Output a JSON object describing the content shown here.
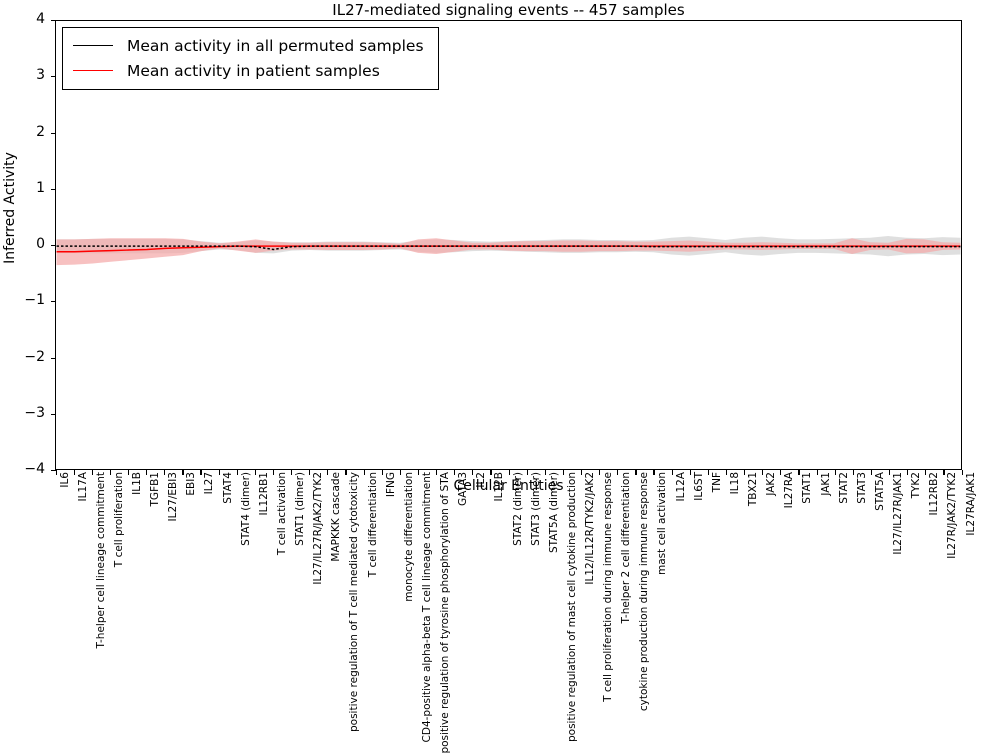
{
  "chart_data": {
    "type": "line",
    "title": "IL27-mediated signaling events -- 457 samples",
    "xlabel": "Cellular Entities",
    "ylabel": "Inferred Activity",
    "ylim": [
      -4,
      4
    ],
    "yticks": [
      "-4",
      "-3",
      "-2",
      "-1",
      "0",
      "1",
      "2",
      "3",
      "4"
    ],
    "grid": false,
    "legend_position": "upper left",
    "sample_count": "457",
    "categories": [
      "IL6",
      "IL17A",
      "T-helper cell lineage commitment",
      "T cell proliferation",
      "IL1B",
      "TGFB1",
      "IL27/EBI3",
      "EBI3",
      "IL27",
      "STAT4",
      "STAT4 (dimer)",
      "IL12RB1",
      "T cell activation",
      "STAT1 (dimer)",
      "IL27/IL27R/JAK2/TYK2",
      "MAPKKK cascade",
      "positive regulation of T cell mediated cytotoxicity",
      "T cell differentiation",
      "IFNG",
      "monocyte differentiation",
      "CD4-positive alpha-beta T cell lineage commitment",
      "positive regulation of tyrosine phosphorylation of STA",
      "GATA3",
      "IL2",
      "IL12B",
      "STAT2 (dimer)",
      "STAT3 (dimer)",
      "STAT5A (dimer)",
      "positive regulation of mast cell cytokine production",
      "IL12/IL12R/TYK2/JAK2",
      "T cell proliferation during immune response",
      "T-helper 2 cell differentiation",
      "cytokine production during immune response",
      "mast cell activation",
      "IL12A",
      "IL6ST",
      "TNF",
      "IL18",
      "TBX21",
      "JAK2",
      "IL27RA",
      "STAT1",
      "JAK1",
      "STAT2",
      "STAT3",
      "STAT5A",
      "IL27/IL27R/JAK1",
      "TYK2",
      "IL12RB2",
      "IL27R/JAK2/TYK2",
      "IL27RA/JAK1"
    ],
    "series": [
      {
        "name": "Mean activity in all permuted samples",
        "color": "#000000",
        "style": "dotted",
        "band_color": "#d9d9d9",
        "values": [
          -0.02,
          -0.02,
          -0.02,
          -0.02,
          -0.02,
          -0.02,
          -0.02,
          -0.02,
          -0.02,
          -0.02,
          -0.02,
          -0.03,
          -0.08,
          -0.03,
          -0.02,
          -0.02,
          -0.02,
          -0.02,
          -0.02,
          -0.02,
          -0.02,
          -0.02,
          -0.02,
          -0.02,
          -0.02,
          -0.02,
          -0.02,
          -0.02,
          -0.02,
          -0.02,
          -0.02,
          -0.02,
          -0.02,
          -0.03,
          -0.03,
          -0.03,
          -0.03,
          -0.03,
          -0.03,
          -0.03,
          -0.03,
          -0.03,
          -0.03,
          -0.03,
          -0.03,
          -0.03,
          -0.03,
          -0.03,
          -0.03,
          -0.03,
          -0.03
        ],
        "band_upper": [
          0.1,
          0.1,
          0.11,
          0.11,
          0.11,
          0.11,
          0.11,
          0.1,
          0.07,
          0.04,
          0.05,
          0.08,
          0.06,
          0.05,
          0.05,
          0.06,
          0.06,
          0.06,
          0.05,
          0.04,
          0.08,
          0.1,
          0.09,
          0.07,
          0.06,
          0.07,
          0.08,
          0.09,
          0.1,
          0.1,
          0.09,
          0.09,
          0.08,
          0.09,
          0.13,
          0.15,
          0.12,
          0.09,
          0.13,
          0.15,
          0.12,
          0.1,
          0.1,
          0.11,
          0.12,
          0.13,
          0.16,
          0.13,
          0.12,
          0.14,
          0.13
        ],
        "band_lower": [
          -0.14,
          -0.14,
          -0.15,
          -0.15,
          -0.15,
          -0.15,
          -0.15,
          -0.14,
          -0.11,
          -0.08,
          -0.09,
          -0.14,
          -0.15,
          -0.1,
          -0.09,
          -0.1,
          -0.1,
          -0.1,
          -0.09,
          -0.08,
          -0.12,
          -0.14,
          -0.13,
          -0.11,
          -0.1,
          -0.11,
          -0.12,
          -0.13,
          -0.14,
          -0.14,
          -0.13,
          -0.13,
          -0.12,
          -0.13,
          -0.17,
          -0.19,
          -0.16,
          -0.13,
          -0.17,
          -0.19,
          -0.16,
          -0.14,
          -0.14,
          -0.15,
          -0.16,
          -0.17,
          -0.2,
          -0.17,
          -0.16,
          -0.18,
          -0.17
        ]
      },
      {
        "name": "Mean activity in patient samples",
        "color": "#ff0000",
        "style": "solid",
        "band_color": "#f4a9a9",
        "values": [
          -0.12,
          -0.12,
          -0.11,
          -0.1,
          -0.09,
          -0.08,
          -0.06,
          -0.05,
          -0.04,
          -0.03,
          -0.02,
          -0.02,
          -0.02,
          -0.02,
          -0.02,
          -0.02,
          -0.02,
          -0.02,
          -0.02,
          -0.02,
          -0.02,
          -0.02,
          -0.02,
          -0.02,
          -0.02,
          -0.02,
          -0.02,
          -0.02,
          -0.02,
          -0.02,
          -0.02,
          -0.02,
          -0.02,
          -0.02,
          -0.02,
          -0.02,
          -0.02,
          -0.02,
          -0.02,
          -0.02,
          -0.02,
          -0.02,
          -0.02,
          -0.02,
          -0.02,
          -0.02,
          -0.02,
          -0.02,
          -0.02,
          -0.02,
          -0.02
        ],
        "band_upper": [
          0.1,
          0.1,
          0.11,
          0.12,
          0.12,
          0.12,
          0.12,
          0.11,
          0.06,
          0.03,
          0.06,
          0.1,
          0.06,
          0.04,
          0.04,
          0.05,
          0.05,
          0.05,
          0.04,
          0.02,
          0.1,
          0.12,
          0.08,
          0.04,
          0.04,
          0.06,
          0.07,
          0.07,
          0.08,
          0.08,
          0.07,
          0.07,
          0.06,
          0.06,
          0.07,
          0.08,
          0.06,
          0.04,
          0.04,
          0.05,
          0.04,
          0.03,
          0.03,
          0.03,
          0.12,
          0.05,
          0.04,
          0.11,
          0.1,
          0.05,
          0.04
        ],
        "band_lower": [
          -0.36,
          -0.35,
          -0.33,
          -0.3,
          -0.27,
          -0.24,
          -0.21,
          -0.18,
          -0.11,
          -0.06,
          -0.1,
          -0.14,
          -0.1,
          -0.08,
          -0.08,
          -0.09,
          -0.09,
          -0.09,
          -0.08,
          -0.06,
          -0.14,
          -0.16,
          -0.12,
          -0.08,
          -0.08,
          -0.1,
          -0.11,
          -0.11,
          -0.12,
          -0.12,
          -0.11,
          -0.11,
          -0.1,
          -0.1,
          -0.11,
          -0.12,
          -0.1,
          -0.08,
          -0.08,
          -0.09,
          -0.08,
          -0.07,
          -0.07,
          -0.07,
          -0.16,
          -0.09,
          -0.08,
          -0.15,
          -0.14,
          -0.09,
          -0.08
        ]
      }
    ]
  },
  "legend": {
    "entries": [
      {
        "label": "Mean activity in all permuted samples",
        "color": "#000000"
      },
      {
        "label": "Mean activity in patient samples",
        "color": "#ff0000"
      }
    ]
  }
}
